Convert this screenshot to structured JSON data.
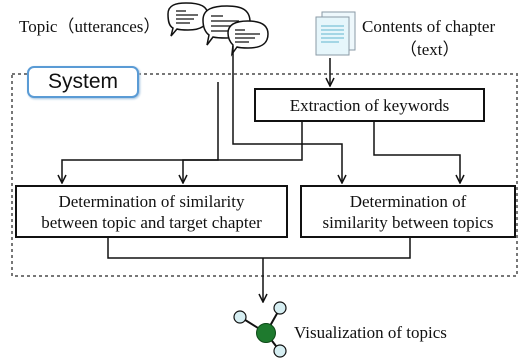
{
  "input_topic": "Topic（utterances）",
  "input_contents_line1": "Contents of chapter",
  "input_contents_line2": "（text）",
  "system_label": "System",
  "extraction": "Extraction of keywords",
  "similarity_topic_chapter": [
    "Determination of similarity",
    "between topic and target chapter"
  ],
  "similarity_topics": [
    "Determination of",
    "similarity between topics"
  ],
  "output": "Visualization of topics",
  "colors": {
    "system_border": "#5a9bd5",
    "node_dark": "#1e7a2e",
    "node_light": "#d6eef2",
    "doc_fill": "#e6f6fb"
  },
  "icons": [
    "speech-bubbles-icon",
    "documents-icon",
    "network-graph-icon"
  ]
}
